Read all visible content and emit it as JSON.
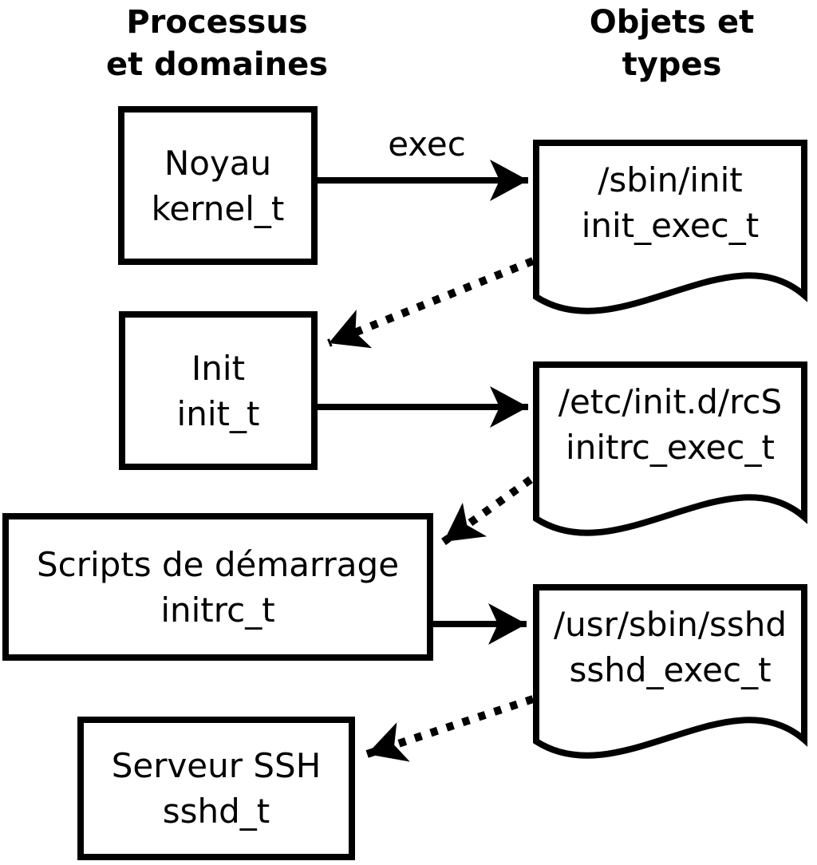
{
  "columns": {
    "left": {
      "line1": "Processus",
      "line2": "et domaines"
    },
    "right": {
      "line1": "Objets et",
      "line2": "types"
    }
  },
  "processes": [
    {
      "name": "Noyau",
      "type": "kernel_t"
    },
    {
      "name": "Init",
      "type": "init_t"
    },
    {
      "name": "Scripts de démarrage",
      "type": "initrc_t"
    },
    {
      "name": "Serveur SSH",
      "type": "sshd_t"
    }
  ],
  "objects": [
    {
      "path": "/sbin/init",
      "type": "init_exec_t"
    },
    {
      "path": "/etc/init.d/rcS",
      "type": "initrc_exec_t"
    },
    {
      "path": "/usr/sbin/sshd",
      "type": "sshd_exec_t"
    }
  ],
  "edges": {
    "exec_label": "exec"
  },
  "colors": {
    "line": "#000000",
    "background": "#ffffff",
    "text": "#000000"
  }
}
